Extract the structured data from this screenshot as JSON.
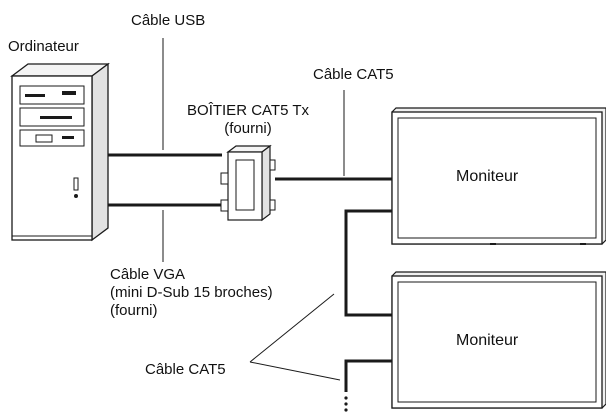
{
  "labels": {
    "computer": "Ordinateur",
    "usb_cable": "Câble USB",
    "cat5_cable_top": "Câble CAT5",
    "box_line1": "BOÎTIER CAT5 Tx",
    "box_line2": "(fourni)",
    "vga_line1": "Câble VGA",
    "vga_line2": "(mini D-Sub 15 broches)",
    "vga_line3": "(fourni)",
    "cat5_cable_bottom": "Câble CAT5",
    "monitor1": "Moniteur",
    "monitor2": "Moniteur"
  },
  "colors": {
    "line": "#1a1a1a",
    "fill": "#ffffff",
    "shade": "#e6e6e6"
  },
  "icons": {
    "computer": "desktop-tower-icon",
    "box": "cat5-transmitter-box-icon",
    "monitor": "flat-panel-monitor-icon"
  }
}
